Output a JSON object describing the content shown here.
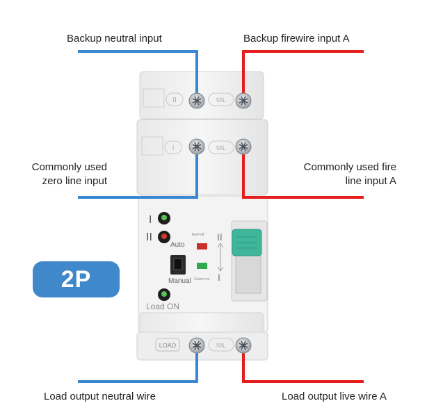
{
  "labels": {
    "backup_neutral": "Backup neutral input",
    "backup_fire": "Backup firewire input A",
    "common_zero_1": "Commonly used",
    "common_zero_2": "zero line input",
    "common_fire_1": "Commonly used fire",
    "common_fire_2": "line input A",
    "load_neutral": "Load output neutral wire",
    "load_live": "Load output live wire A"
  },
  "badge": "2P",
  "device": {
    "nl_label": "N\\L",
    "marker_one": "I",
    "marker_two": "II",
    "auto_label": "Auto",
    "manual_label": "Manual",
    "load_on_label": "Load ON",
    "load_box_label": "LOAD",
    "red_off_label": "Red=off",
    "green_on_label": "Green=on"
  },
  "colors": {
    "neutral_wire": "#3a86d0",
    "live_wire": "#e51d1d",
    "badge": "#3f88c9",
    "lever": "#3fb59a"
  }
}
